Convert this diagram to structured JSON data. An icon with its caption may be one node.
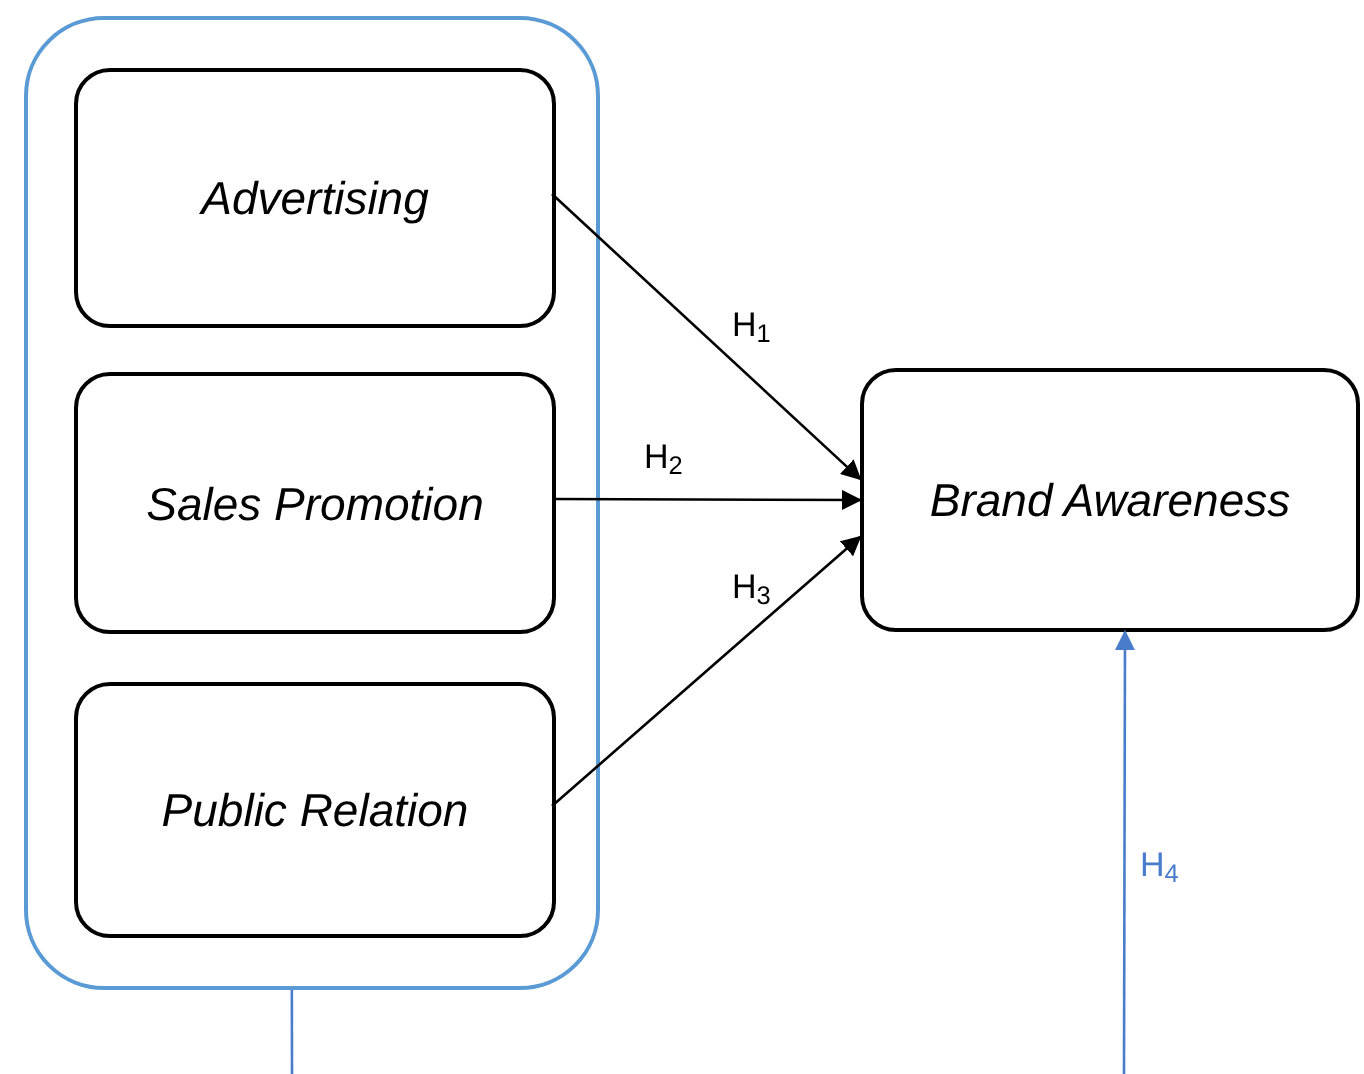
{
  "diagram": {
    "nodes": [
      {
        "text": [],
        "shape": "box"
      },
      {
        "text": [
          "Advertising"
        ],
        "in": 0
      },
      {
        "text": [
          "Sales Promotion"
        ],
        "in": 0
      },
      {
        "text": [
          "Public Relation"
        ],
        "in": 0
      },
      {
        "text": [
          "Brand Awareness"
        ]
      }
    ],
    "edges": [
      {
        "from": 1,
        "to": 4,
        "arrow": "to",
        "label": "H$_{1}$"
      },
      {
        "from": 2,
        "to": 4,
        "arrow": "to",
        "label": "H$_{2}$"
      },
      {
        "from": 3,
        "to": 4,
        "arrow": "to",
        "label": "H$_{3}$"
      },
      {
        "from": null,
        "to": 4,
        "arrow": "to",
        "label": "H$_{4}$",
        "color": "#4a7ccc"
      },
      {
        "from": 0,
        "to": null,
        "arrow": "none",
        "color": "#4a7ccc"
      }
    ]
  }
}
